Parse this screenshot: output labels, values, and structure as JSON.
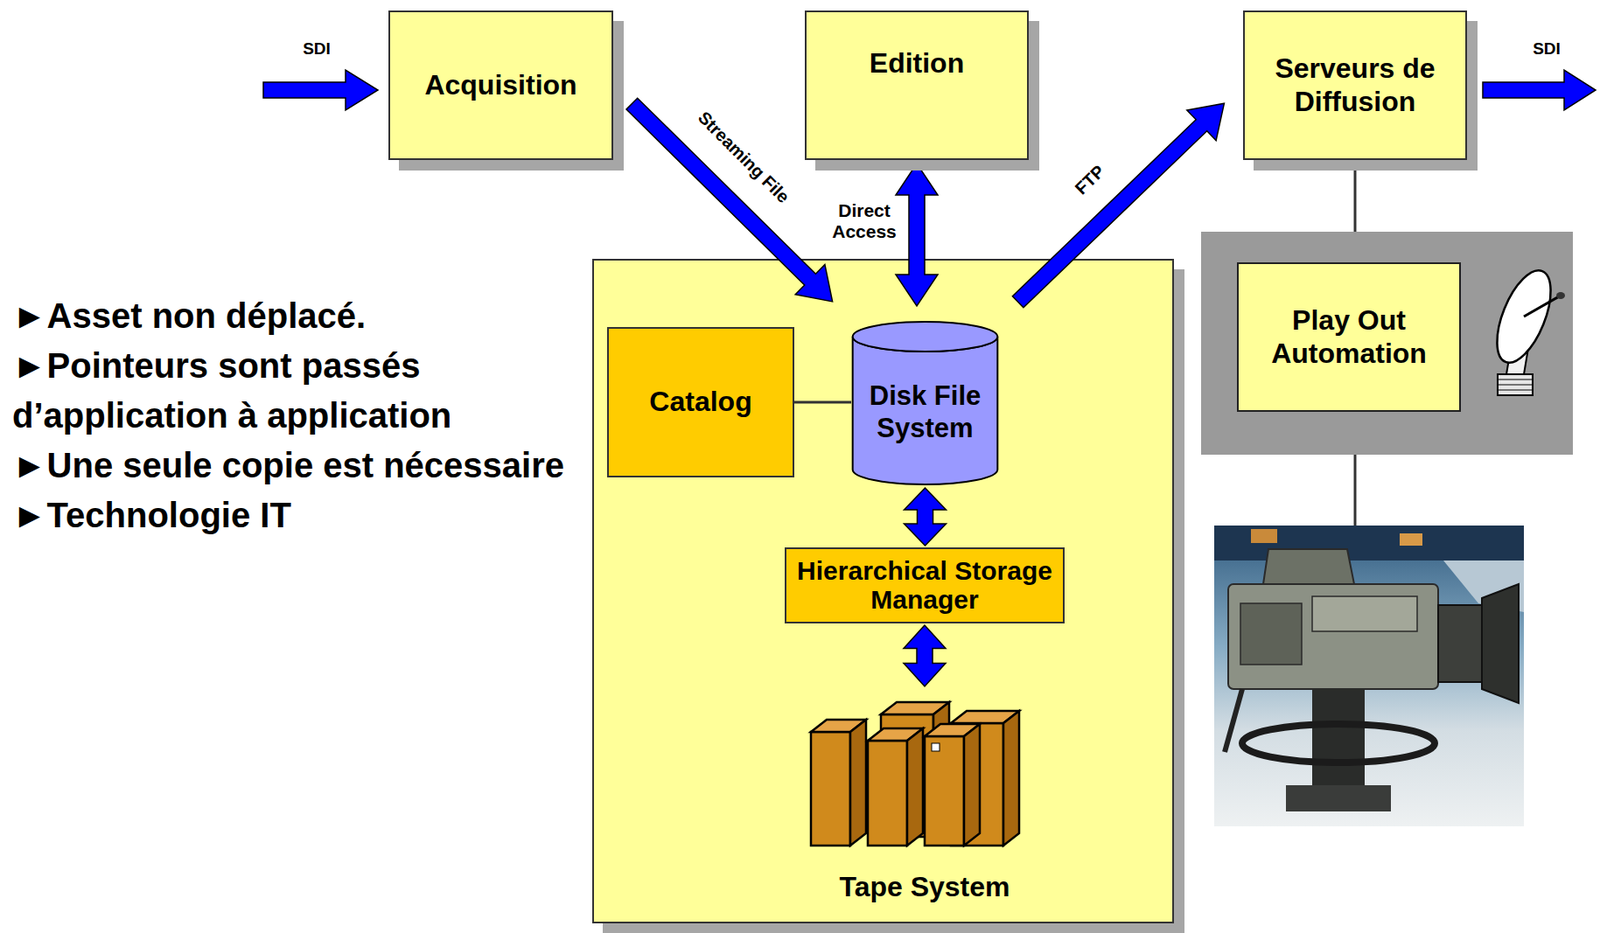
{
  "diagram": {
    "nodes": [
      {
        "text": [
          "Acquisition"
        ]
      },
      {
        "text": [
          "Edition"
        ]
      },
      {
        "text": [
          "Serveurs de Diffusion"
        ]
      },
      {
        "text": []
      },
      {
        "text": [
          "Catalog"
        ],
        "in": 3
      },
      {
        "text": [
          "Disk File System"
        ],
        "in": 3
      },
      {
        "text": [
          "Hierarchical Storage Manager"
        ],
        "in": 3
      },
      {
        "text": [
          "Tape System"
        ],
        "in": 3
      },
      {
        "text": []
      },
      {
        "text": [
          "Play Out Automation"
        ],
        "in": 8
      }
    ],
    "edges": [
      {
        "from": 0,
        "to": 5,
        "label": "Streaming File",
        "arrow": "to"
      },
      {
        "from": 1,
        "to": 5,
        "label": "Direct Access",
        "arrow": "both"
      },
      {
        "from": 5,
        "to": 2,
        "label": "FTP",
        "arrow": "to"
      },
      {
        "from": 4,
        "to": 5,
        "arrow": "none"
      },
      {
        "from": 5,
        "to": 6,
        "arrow": "both"
      },
      {
        "from": 6,
        "to": 7,
        "arrow": "both"
      },
      {
        "from": 2,
        "to": 8,
        "arrow": "none"
      }
    ],
    "labels": [
      "►Asset non déplacé.",
      "►Pointeurs sont passés d’application à application",
      "►Une seule copie est nécessaire",
      "►Technologie IT",
      "SDI",
      "SDI"
    ]
  }
}
